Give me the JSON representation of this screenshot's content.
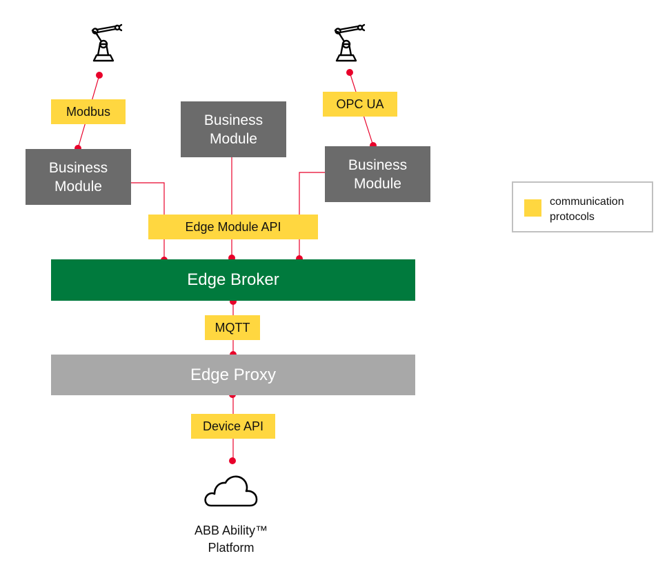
{
  "modules": {
    "left": "Business Module",
    "center": "Business Module",
    "right": "Business Module"
  },
  "protocols": {
    "modbus": "Modbus",
    "opcua": "OPC UA",
    "edge_module_api": "Edge Module API",
    "mqtt": "MQTT",
    "device_api": "Device API"
  },
  "layers": {
    "broker": "Edge Broker",
    "proxy": "Edge Proxy"
  },
  "platform": {
    "line1": "ABB Ability™",
    "line2": "Platform"
  },
  "legend": {
    "label": "communication protocols"
  },
  "icons": [
    "robot-arm-icon",
    "robot-arm-icon",
    "cloud-icon"
  ],
  "colors": {
    "module": "#6b6b6b",
    "broker": "#007a3d",
    "proxy": "#a8a8a8",
    "protocol": "#ffd740",
    "connector": "#e8002a"
  }
}
